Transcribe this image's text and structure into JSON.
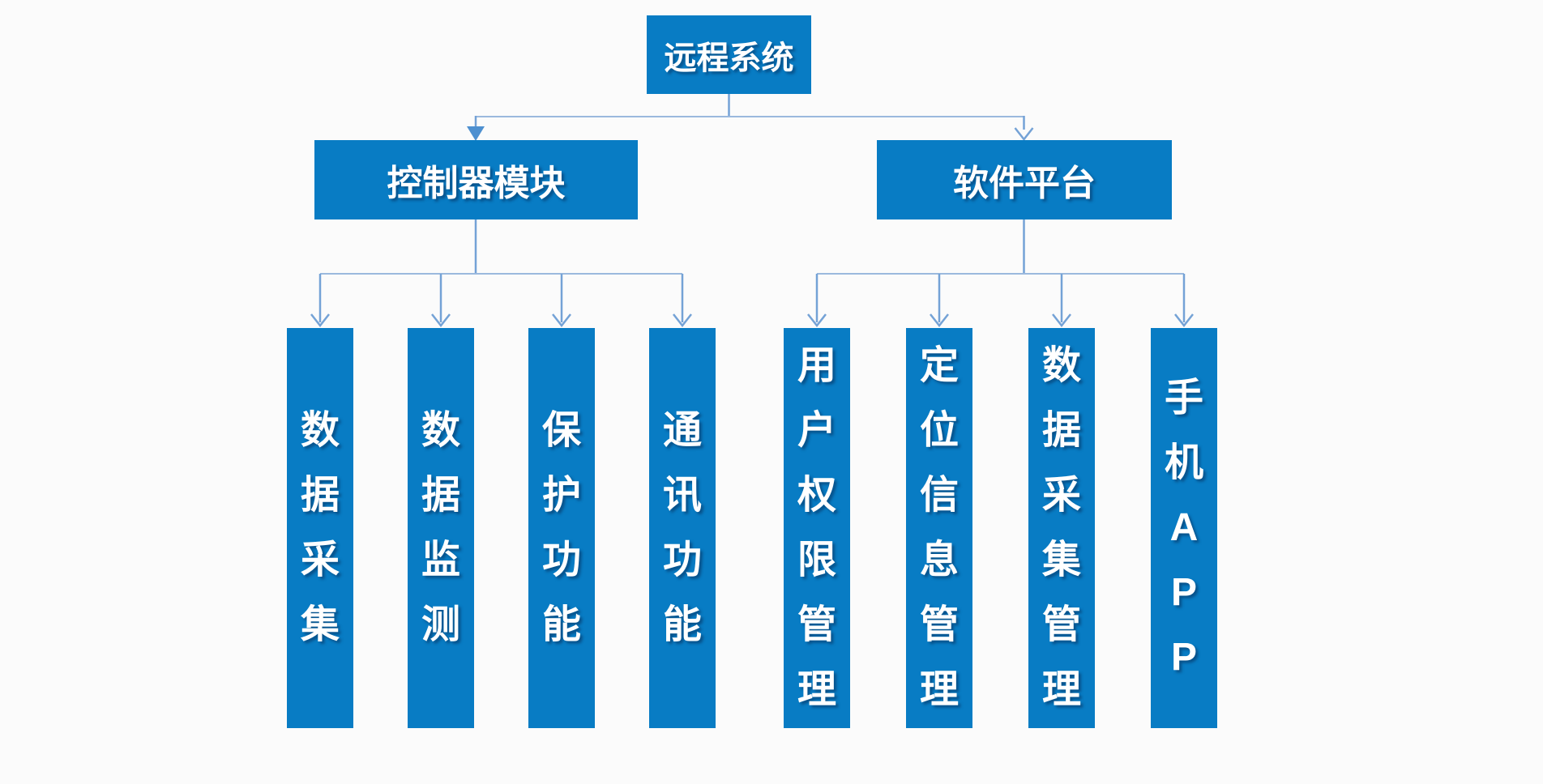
{
  "colors": {
    "background": "#fbfbfb",
    "box_fill": "#087CC4",
    "box_text": "#ffffff",
    "connector_rail": "#9BB9DE",
    "connector_stub": "#74A2D6",
    "arrowhead": "#4E90D0"
  },
  "diagram": {
    "root": {
      "label": "远程系统"
    },
    "branches": [
      {
        "label": "控制器模块",
        "children": [
          {
            "label": "数据采集"
          },
          {
            "label": "数据监测"
          },
          {
            "label": "保护功能"
          },
          {
            "label": "通讯功能"
          }
        ]
      },
      {
        "label": "软件平台",
        "children": [
          {
            "label": "用户权限管理"
          },
          {
            "label": "定位信息管理"
          },
          {
            "label": "数据采集管理"
          },
          {
            "label": "手机APP"
          }
        ]
      }
    ]
  }
}
